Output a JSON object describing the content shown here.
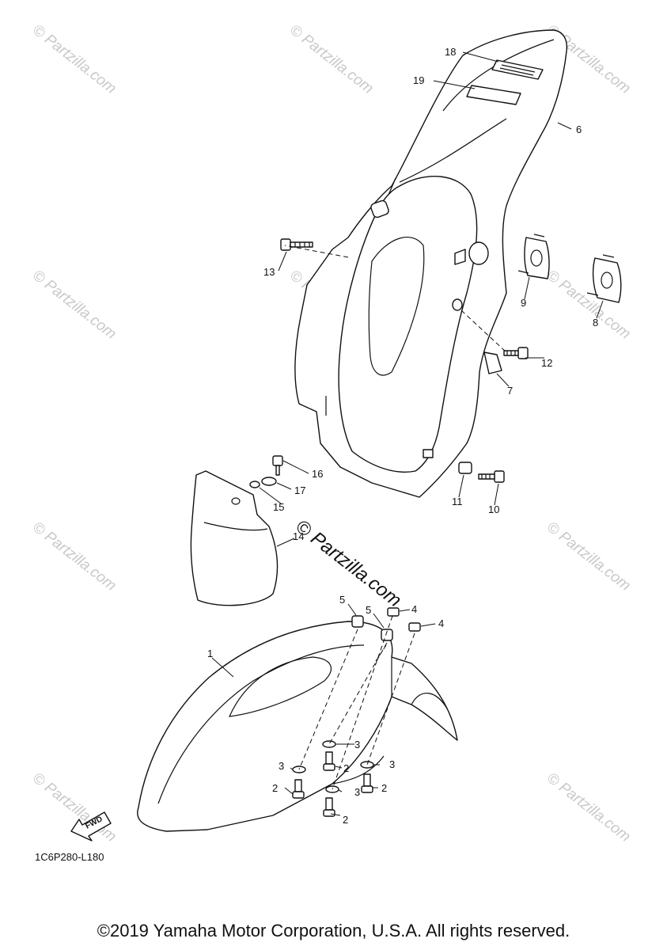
{
  "callouts": {
    "c1": "1",
    "c2": "2",
    "c3": "3",
    "c4": "4",
    "c5": "5",
    "c6": "6",
    "c7": "7",
    "c8": "8",
    "c9": "9",
    "c10": "10",
    "c11": "11",
    "c12": "12",
    "c13": "13",
    "c14": "14",
    "c15": "15",
    "c16": "16",
    "c17": "17",
    "c18": "18",
    "c19": "19"
  },
  "diagram_code": "1C6P280-L180",
  "fwd_label": "FWD",
  "watermark": "© Partzilla.com",
  "copyright": "©2019 Yamaha Motor Corporation, U.S.A. All rights reserved."
}
